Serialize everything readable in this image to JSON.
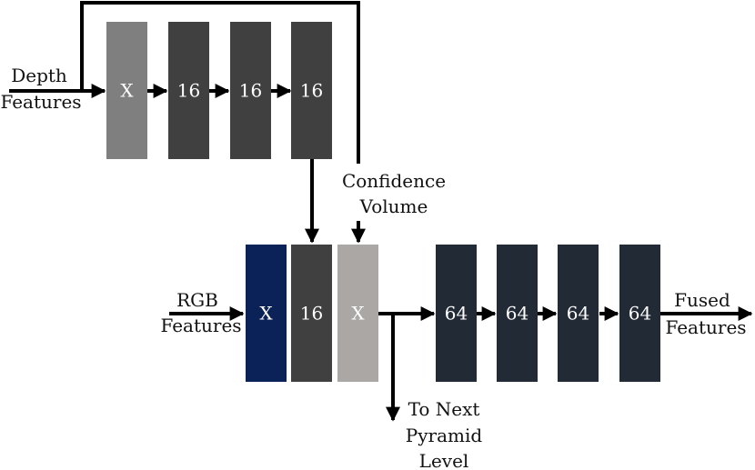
{
  "colors": {
    "gray_light": "#7f7f7f",
    "gray_dark": "#404040",
    "navy": "#0a2258",
    "silver": "#aaa7a5",
    "slate": "#222a36",
    "line": "#000000"
  },
  "depth_input": {
    "line1": "Depth",
    "line2": "Features"
  },
  "rgb_input": {
    "line1": "RGB",
    "line2": "Features"
  },
  "confidence": {
    "line1": "Confidence",
    "line2": "Volume"
  },
  "fused_output": {
    "line1": "Fused",
    "line2": "Features"
  },
  "next_level": {
    "line1": "To Next",
    "line2": "Pyramid",
    "line3": "Level"
  },
  "depth_blocks": [
    {
      "label": "X",
      "color": "gray_light"
    },
    {
      "label": "16",
      "color": "gray_dark"
    },
    {
      "label": "16",
      "color": "gray_dark"
    },
    {
      "label": "16",
      "color": "gray_dark"
    }
  ],
  "fusion_blocks": [
    {
      "label": "X",
      "color": "navy"
    },
    {
      "label": "16",
      "color": "gray_dark"
    },
    {
      "label": "X",
      "color": "silver"
    }
  ],
  "output_blocks": [
    {
      "label": "64",
      "color": "slate"
    },
    {
      "label": "64",
      "color": "slate"
    },
    {
      "label": "64",
      "color": "slate"
    },
    {
      "label": "64",
      "color": "slate"
    }
  ]
}
